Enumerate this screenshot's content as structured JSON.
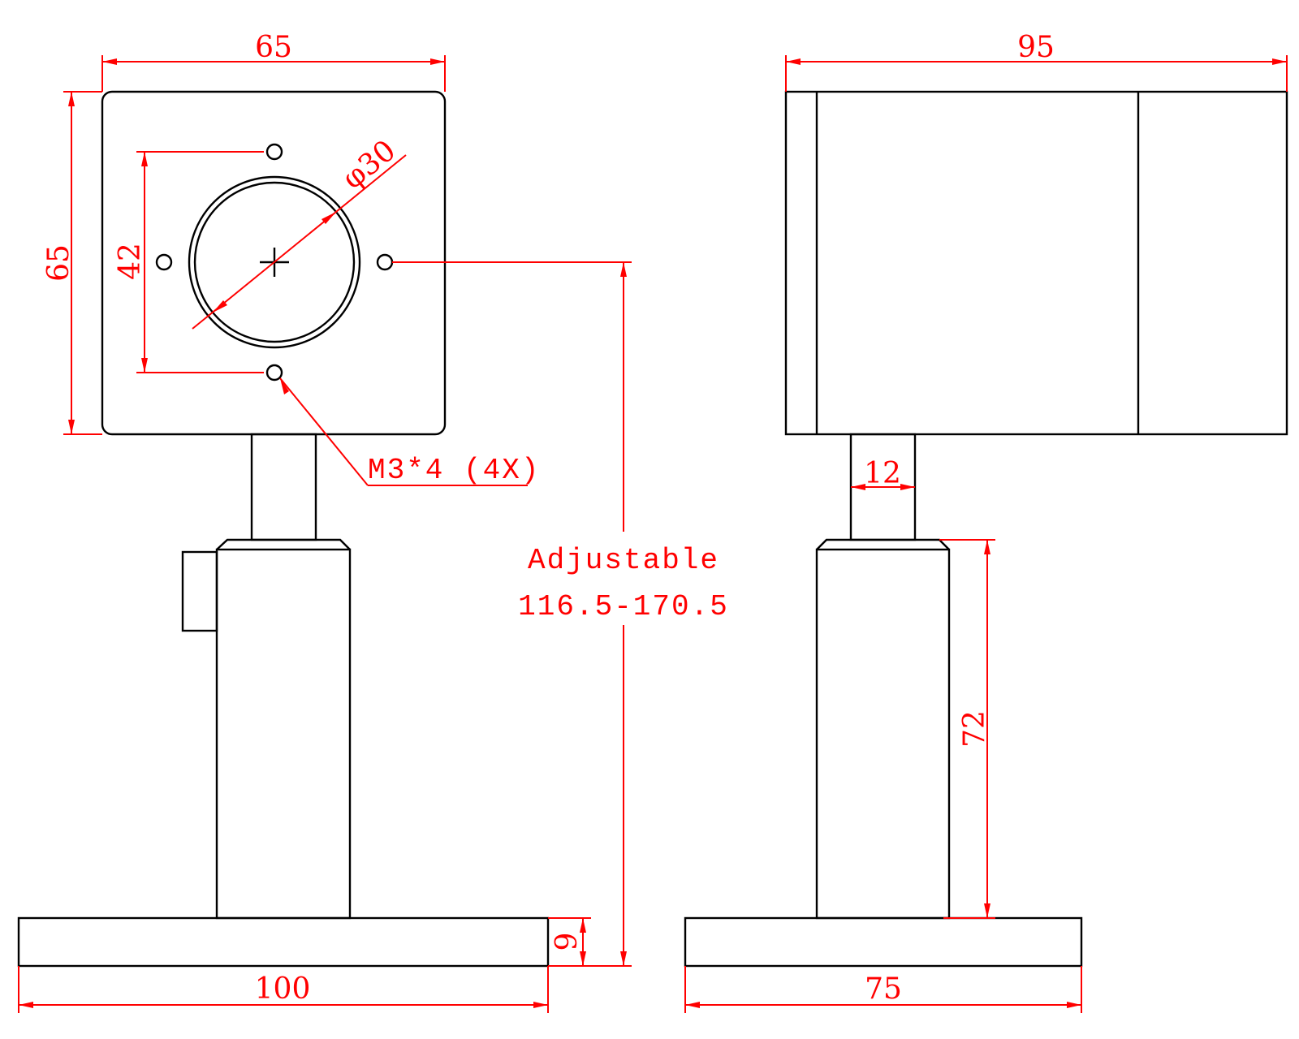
{
  "colors": {
    "outline": "#000000",
    "dimension": "#ff0000",
    "background": "#ffffff"
  },
  "front_view": {
    "width_dim": "65",
    "height_dim": "65",
    "hole_spacing_dim": "42",
    "aperture_dim": "φ30",
    "thread_note": "M3*4 (4X)",
    "base_width_dim": "100",
    "base_height_dim": "9"
  },
  "height_note": {
    "line1": "Adjustable",
    "line2": "116.5-170.5"
  },
  "side_view": {
    "length_dim": "95",
    "post_dim": "12",
    "column_height_dim": "72",
    "base_width_dim": "75"
  }
}
